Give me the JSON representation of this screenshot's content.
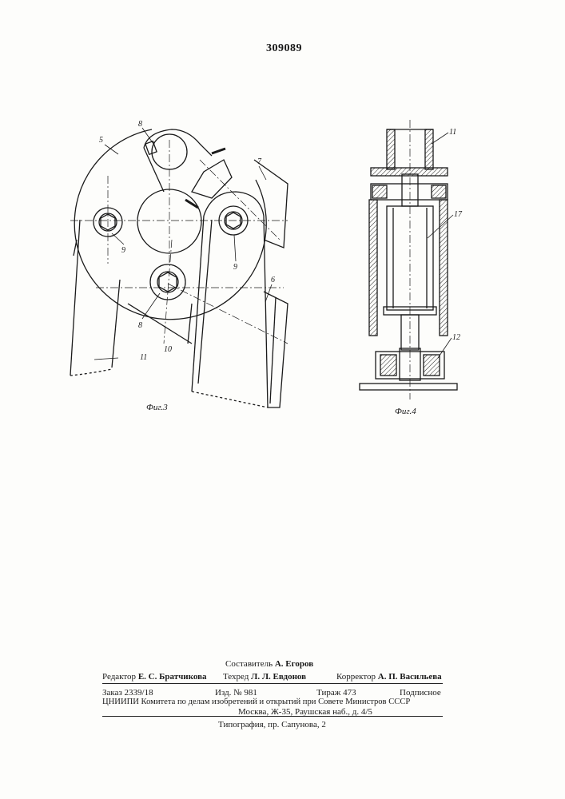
{
  "header": {
    "patent_number": "309089"
  },
  "figures": {
    "fig3": {
      "caption": "Фиг.3",
      "labels": {
        "l5": "5",
        "l8a": "8",
        "l7": "7",
        "l9a": "9",
        "l9b": "9",
        "l6": "6",
        "l8b": "8",
        "l11": "11",
        "l10": "10"
      }
    },
    "fig4": {
      "caption": "Фиг.4",
      "labels": {
        "l11": "11",
        "l17": "17",
        "l12": "12"
      }
    }
  },
  "imprint": {
    "compiler_label": "Составитель",
    "compiler_name": "А. Егоров",
    "editor_label": "Редактор",
    "editor_name": "Е. С. Братчикова",
    "techred_label": "Техред",
    "techred_name": "Л. Л. Евдонов",
    "corrector_label": "Корректор",
    "corrector_name": "А. П. Васильева",
    "order": "Заказ  2339/18",
    "edition": "Изд. № 981",
    "circulation": "Тираж  473",
    "subscription": "Подписное",
    "org_line": "ЦНИИПИ Комитета по делам изобретений и открытий при Совете Министров СССР",
    "address": "Москва, Ж-35, Раушская наб., д. 4/5",
    "typography": "Типография, пр. Сапунова, 2"
  }
}
